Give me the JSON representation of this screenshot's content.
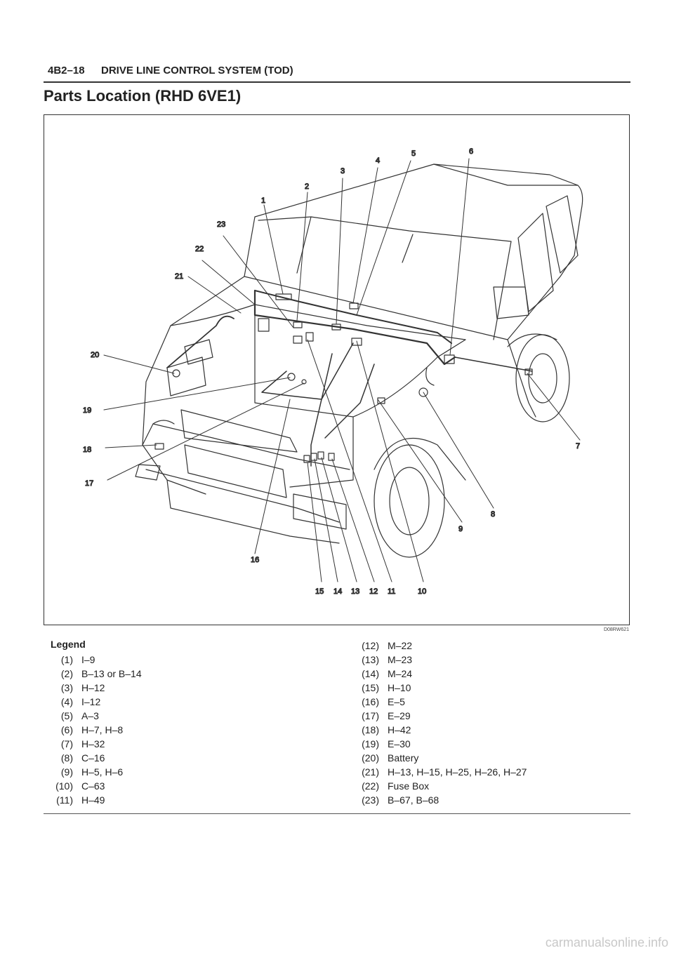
{
  "header": {
    "page_number": "4B2–18",
    "section_title": "DRIVE LINE CONTROL SYSTEM (TOD)"
  },
  "title": "Parts Location (RHD 6VE1)",
  "figure": {
    "code": "D08RW621",
    "callouts": [
      "1",
      "2",
      "3",
      "4",
      "5",
      "6",
      "7",
      "8",
      "9",
      "10",
      "11",
      "12",
      "13",
      "14",
      "15",
      "16",
      "17",
      "18",
      "19",
      "20",
      "21",
      "22",
      "23"
    ]
  },
  "legend": {
    "title": "Legend",
    "left": [
      {
        "num": "(1)",
        "value": "I–9"
      },
      {
        "num": "(2)",
        "value": "B–13 or B–14"
      },
      {
        "num": "(3)",
        "value": "H–12"
      },
      {
        "num": "(4)",
        "value": "I–12"
      },
      {
        "num": "(5)",
        "value": "A–3"
      },
      {
        "num": "(6)",
        "value": "H–7, H–8"
      },
      {
        "num": "(7)",
        "value": "H–32"
      },
      {
        "num": "(8)",
        "value": "C–16"
      },
      {
        "num": "(9)",
        "value": "H–5, H–6"
      },
      {
        "num": "(10)",
        "value": "C–63"
      },
      {
        "num": "(11)",
        "value": "H–49"
      }
    ],
    "right": [
      {
        "num": "(12)",
        "value": "M–22"
      },
      {
        "num": "(13)",
        "value": "M–23"
      },
      {
        "num": "(14)",
        "value": "M–24"
      },
      {
        "num": "(15)",
        "value": "H–10"
      },
      {
        "num": "(16)",
        "value": "E–5"
      },
      {
        "num": "(17)",
        "value": "E–29"
      },
      {
        "num": "(18)",
        "value": "H–42"
      },
      {
        "num": "(19)",
        "value": "E–30"
      },
      {
        "num": "(20)",
        "value": "Battery"
      },
      {
        "num": "(21)",
        "value": "H–13, H–15, H–25, H–26, H–27"
      },
      {
        "num": "(22)",
        "value": "Fuse Box"
      },
      {
        "num": "(23)",
        "value": "B–67, B–68"
      }
    ]
  },
  "footer": {
    "watermark": "carmanualsonline.info"
  }
}
